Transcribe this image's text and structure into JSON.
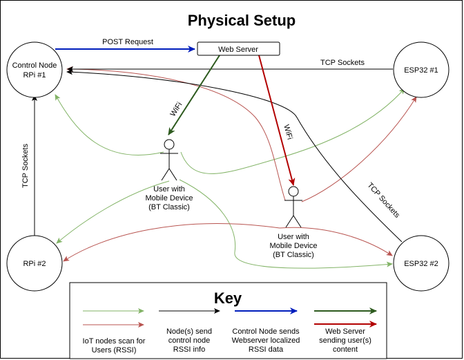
{
  "title": "Physical Setup",
  "nodes": {
    "control_node": [
      "Control Node",
      "RPi #1"
    ],
    "rpi2": "RPi #2",
    "esp1": "ESP32 #1",
    "esp2": "ESP32 #2",
    "web_server": "Web Server"
  },
  "users": {
    "user1": [
      "User with",
      "Mobile Device",
      "(BT Classic)"
    ],
    "user2": [
      "User with",
      "Mobile Device",
      "(BT Classic)"
    ]
  },
  "edge_labels": {
    "post_request": "POST Request",
    "tcp_esp1": "TCP Sockets",
    "tcp_rpi2": "TCP Sockets",
    "tcp_esp2": "TCP Sockets",
    "wifi_user1": "WiFi",
    "wifi_user2": "WiFi"
  },
  "key": {
    "title": "Key",
    "items": [
      {
        "lines": [
          "IoT nodes scan for",
          "Users (RSSI)"
        ]
      },
      {
        "lines": [
          "Node(s) send",
          "control node",
          "RSSI info"
        ]
      },
      {
        "lines": [
          "Control Node sends",
          "Webserver localized",
          "RSSI data"
        ]
      },
      {
        "lines": [
          "Web Server",
          "sending user(s)",
          "content"
        ]
      }
    ]
  },
  "colors": {
    "scan_green": "#82b366",
    "scan_red": "#b85450",
    "black": "#000000",
    "blue": "#001dbc",
    "dark_green": "#2d5a1e",
    "dark_red": "#b20000"
  }
}
